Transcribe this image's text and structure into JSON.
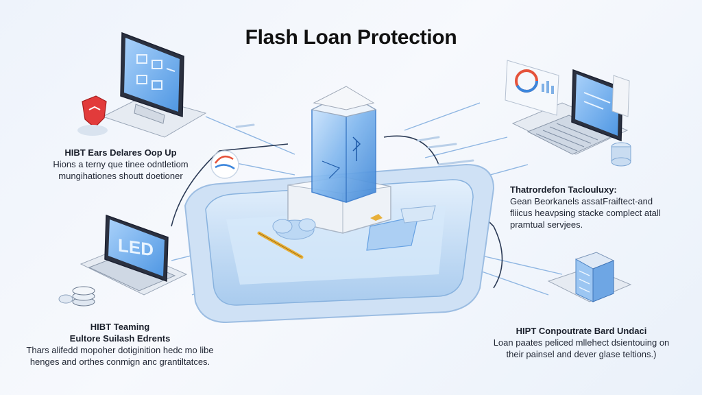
{
  "title": "Flash Loan Protection",
  "captions": {
    "top_left": {
      "heading": "HIBT Ears Delares Oop Up",
      "lines": [
        "Hions a terny que tinee odntletiom",
        "mungihationes shoutt doetioner"
      ]
    },
    "top_right": {
      "heading": "Thatrordefon Taclouluxy:",
      "lines": [
        "Gean Beorkanels assatFraiftect-and",
        "fliicus heavpsing stacke complect atall",
        "pramtual servjees."
      ]
    },
    "bottom_left": {
      "heading": "HIBT Teaming",
      "subheading": "Eultore Suilash Edrents",
      "lines": [
        "Thars alifedd mopoher dotiginition hedc mo libe",
        "henges and orthes conmign anc grantiltatces."
      ]
    },
    "bottom_right": {
      "heading": "HIPT Conpoutrate Bard Undaci",
      "lines": [
        "Loan paates peliced mllehect dsientouing on",
        "their painsel and dever glase teltions.)"
      ]
    }
  },
  "monitor_label": "LED",
  "colors": {
    "accent_blue": "#5fa3e8",
    "platform_blue": "#bcd7f2",
    "glass_blue": "#7fb6ee",
    "shield_red": "#e23b3b",
    "gold": "#e8b03a"
  },
  "icons": [
    "shield-icon",
    "cloud-icon",
    "database-icon",
    "sync-icon",
    "chart-icon",
    "server-icon"
  ]
}
